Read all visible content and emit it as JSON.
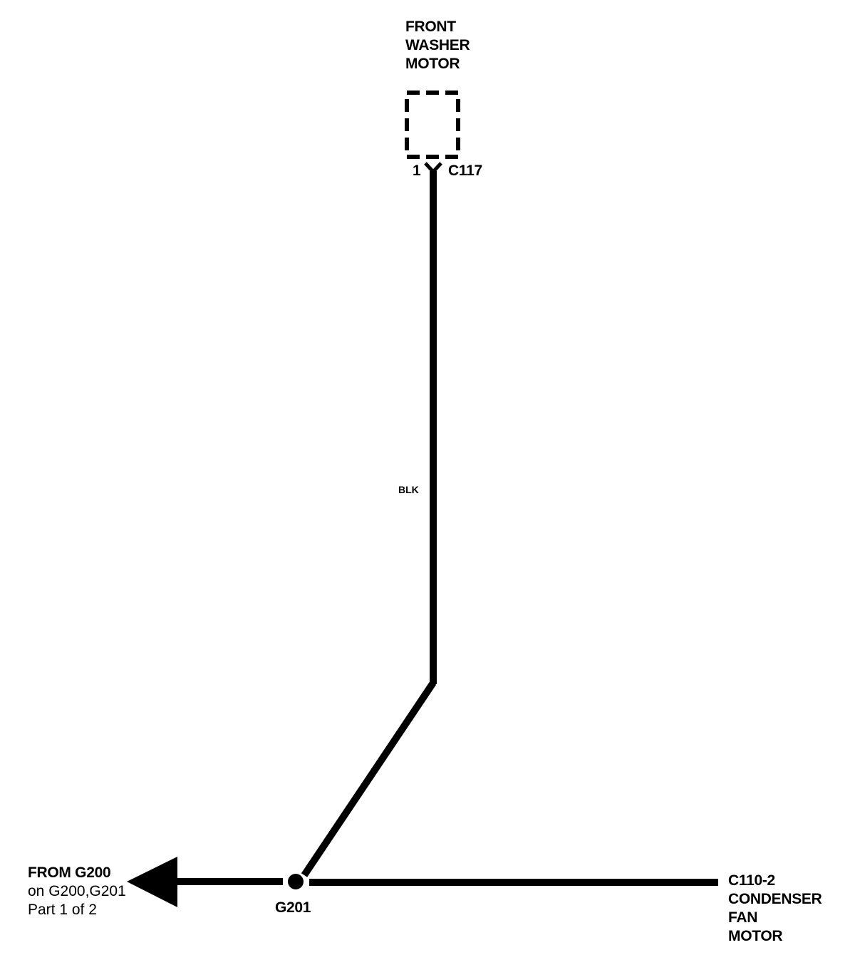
{
  "washer_motor": {
    "lines": [
      "FRONT",
      "WASHER",
      "MOTOR"
    ],
    "pin": "1",
    "connector": "C117"
  },
  "wire": {
    "color_code": "BLK"
  },
  "ground": {
    "label": "G201"
  },
  "from_ref": {
    "title": "FROM G200",
    "lines": [
      "on G200,G201",
      "Part 1 of 2"
    ]
  },
  "condenser": {
    "lines": [
      "C110-2",
      "CONDENSER",
      "FAN",
      "MOTOR"
    ]
  },
  "colors": {
    "ink": "#000000",
    "background": "#ffffff"
  }
}
